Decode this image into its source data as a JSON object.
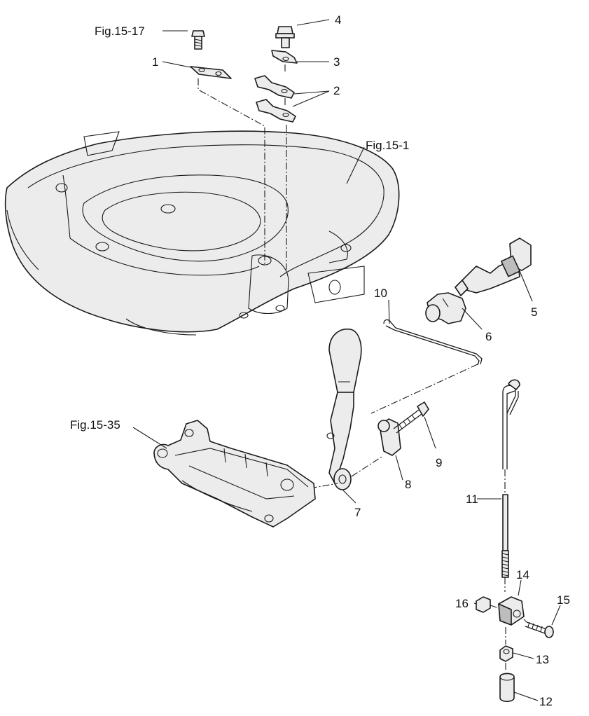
{
  "labels": {
    "fig_15_17": "Fig.15-17",
    "fig_15_1": "Fig.15-1",
    "fig_15_35": "Fig.15-35",
    "p1": "1",
    "p2": "2",
    "p3": "3",
    "p4": "4",
    "p5": "5",
    "p6": "6",
    "p7": "7",
    "p8": "8",
    "p9": "9",
    "p10": "10",
    "p11": "11",
    "p12": "12",
    "p13": "13",
    "p14": "14",
    "p15": "15",
    "p16": "16"
  }
}
